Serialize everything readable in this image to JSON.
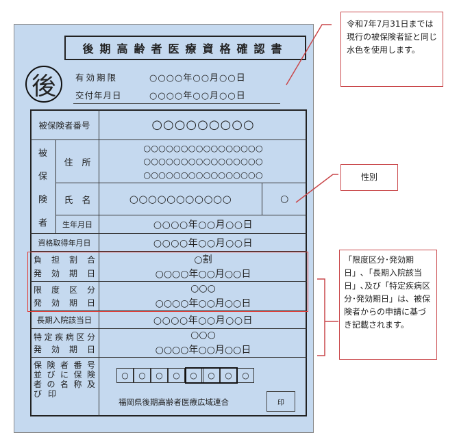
{
  "title": "後期高齢者医療資格確認書",
  "seal": "後",
  "header": {
    "valid_label": "有効期限",
    "valid_value": "○○○○年○○月○○日",
    "issue_label": "交付年月日",
    "issue_value": "○○○○年○○月○○日"
  },
  "table": {
    "insured_no_label": "被保険者番号",
    "insured_no_value": "○○○○○○○○○",
    "insured_group": [
      "被",
      "保",
      "険",
      "者"
    ],
    "address_label": "住　所",
    "address_lines": [
      "○○○○○○○○○○○○○○○○",
      "○○○○○○○○○○○○○○○○",
      "○○○○○○○○○○○○○○○○"
    ],
    "name_label": "氏　名",
    "name_value": "○○○○○○○○○○○",
    "sex_value": "○",
    "birth_label": "生年月日",
    "birth_value": "○○○○年○○月○○日",
    "acq_label": "資格取得年月日",
    "acq_value": "○○○○年○○月○○日",
    "burden_labels": [
      "負担割合",
      "発効期日"
    ],
    "burden_values": [
      "○割",
      "○○○○年○○月○○日"
    ],
    "limit_labels": [
      "限度区分",
      "発効期日"
    ],
    "limit_values": [
      "○○○",
      "○○○○年○○月○○日"
    ],
    "longterm_label": "長期入院該当日",
    "longterm_value": "○○○○年○○月○○日",
    "disease_labels": [
      "特定疾病区分",
      "発効期日"
    ],
    "disease_values": [
      "○○○",
      "○○○○年○○月○○日"
    ],
    "insurer_labels": [
      "保険者番号",
      "並びに保険",
      "者の名称及",
      "び印"
    ],
    "insurer_digits": [
      "○",
      "○",
      "○",
      "○",
      "○",
      "○",
      "○",
      "○"
    ],
    "insurer_name": "福岡県後期高齢者医療広域連合",
    "stamp": "印"
  },
  "callouts": {
    "color_note": "令和7年7月31日までは現行の被保険者証と同じ水色を使用します。",
    "sex_note": "性別",
    "application_note": "「限度区分･発効期日」､「長期入院該当日」､及び「特定疾病区分･発効期日」は、被保険者からの申請に基づき記載されます。"
  },
  "colors": {
    "card": "#c5d9ef",
    "callout_border": "#c9474a"
  }
}
